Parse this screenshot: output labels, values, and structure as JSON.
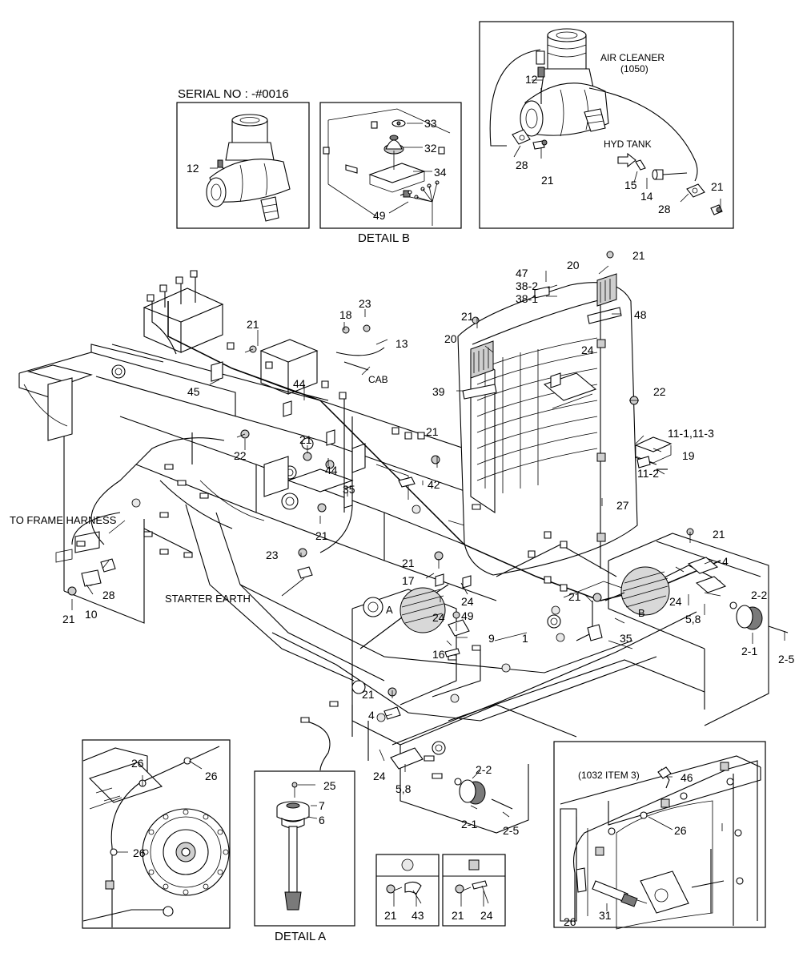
{
  "callouts": [
    {
      "id": "c-serial",
      "text": "SERIAL NO : -#0016"
    },
    {
      "id": "c-detailb",
      "text": "DETAIL B"
    },
    {
      "id": "c-detaila",
      "text": "DETAIL A"
    },
    {
      "id": "c-aircleaner1",
      "text": "AIR CLEANER"
    },
    {
      "id": "c-aircleaner2",
      "text": "(1050)"
    },
    {
      "id": "c-hydtank",
      "text": "HYD TANK"
    },
    {
      "id": "c-cab",
      "text": "CAB"
    },
    {
      "id": "c-toframe",
      "text": "TO FRAME HARNESS"
    },
    {
      "id": "c-starter",
      "text": "STARTER EARTH"
    },
    {
      "id": "c-1032",
      "text": "(1032 ITEM 3)"
    },
    {
      "id": "c-A",
      "text": "A"
    },
    {
      "id": "c-B",
      "text": "B"
    },
    {
      "id": "n12a",
      "text": "12"
    },
    {
      "id": "n33",
      "text": "33"
    },
    {
      "id": "n32",
      "text": "32"
    },
    {
      "id": "n34",
      "text": "34"
    },
    {
      "id": "n49a",
      "text": "49"
    },
    {
      "id": "n12b",
      "text": "12"
    },
    {
      "id": "n28a",
      "text": "28"
    },
    {
      "id": "n21a",
      "text": "21"
    },
    {
      "id": "n15",
      "text": "15"
    },
    {
      "id": "n14",
      "text": "14"
    },
    {
      "id": "n28b",
      "text": "28"
    },
    {
      "id": "n21b",
      "text": "21"
    },
    {
      "id": "n47",
      "text": "47"
    },
    {
      "id": "n38-2",
      "text": "38-2"
    },
    {
      "id": "n38-1",
      "text": "38-1"
    },
    {
      "id": "n20a",
      "text": "20"
    },
    {
      "id": "n21c",
      "text": "21"
    },
    {
      "id": "n48",
      "text": "48"
    },
    {
      "id": "n21d",
      "text": "21"
    },
    {
      "id": "n20b",
      "text": "20"
    },
    {
      "id": "n24a",
      "text": "24"
    },
    {
      "id": "n39",
      "text": "39"
    },
    {
      "id": "n22a",
      "text": "22"
    },
    {
      "id": "n11-1",
      "text": "11-1,11-3"
    },
    {
      "id": "n11-2",
      "text": "11-2"
    },
    {
      "id": "n19",
      "text": "19"
    },
    {
      "id": "n27",
      "text": "27"
    },
    {
      "id": "n18",
      "text": "18"
    },
    {
      "id": "n23a",
      "text": "23"
    },
    {
      "id": "n13",
      "text": "13"
    },
    {
      "id": "n21e",
      "text": "21"
    },
    {
      "id": "n45",
      "text": "45"
    },
    {
      "id": "n44a",
      "text": "44"
    },
    {
      "id": "n22b",
      "text": "22"
    },
    {
      "id": "n21f",
      "text": "21"
    },
    {
      "id": "n44b",
      "text": "44"
    },
    {
      "id": "n35a",
      "text": "35"
    },
    {
      "id": "n21g",
      "text": "21"
    },
    {
      "id": "n42",
      "text": "42"
    },
    {
      "id": "n21h",
      "text": "21"
    },
    {
      "id": "n23b",
      "text": "23"
    },
    {
      "id": "n28c",
      "text": "28"
    },
    {
      "id": "n21i",
      "text": "21"
    },
    {
      "id": "n10",
      "text": "10"
    },
    {
      "id": "n21j",
      "text": "21"
    },
    {
      "id": "n17",
      "text": "17"
    },
    {
      "id": "n24b",
      "text": "24"
    },
    {
      "id": "n24c",
      "text": "24"
    },
    {
      "id": "n49b",
      "text": "49"
    },
    {
      "id": "n9",
      "text": "9"
    },
    {
      "id": "n16",
      "text": "16"
    },
    {
      "id": "n1",
      "text": "1"
    },
    {
      "id": "n21k",
      "text": "21"
    },
    {
      "id": "n35b",
      "text": "35"
    },
    {
      "id": "n21l",
      "text": "21"
    },
    {
      "id": "n4a",
      "text": "4"
    },
    {
      "id": "n24d",
      "text": "24"
    },
    {
      "id": "n2-2a",
      "text": "2-2"
    },
    {
      "id": "n58a",
      "text": "5,8"
    },
    {
      "id": "n2-1a",
      "text": "2-1"
    },
    {
      "id": "n2-5a",
      "text": "2-5"
    },
    {
      "id": "n21m",
      "text": "21"
    },
    {
      "id": "n4b",
      "text": "4"
    },
    {
      "id": "n24e",
      "text": "24"
    },
    {
      "id": "n58b",
      "text": "5,8"
    },
    {
      "id": "n2-2b",
      "text": "2-2"
    },
    {
      "id": "n2-1b",
      "text": "2-1"
    },
    {
      "id": "n2-5b",
      "text": "2-5"
    },
    {
      "id": "n26a",
      "text": "26"
    },
    {
      "id": "n26b",
      "text": "26"
    },
    {
      "id": "n26c",
      "text": "26"
    },
    {
      "id": "n25",
      "text": "25"
    },
    {
      "id": "n7",
      "text": "7"
    },
    {
      "id": "n6",
      "text": "6"
    },
    {
      "id": "n21n",
      "text": "21"
    },
    {
      "id": "n43",
      "text": "43"
    },
    {
      "id": "n21o",
      "text": "21"
    },
    {
      "id": "n24f",
      "text": "24"
    },
    {
      "id": "n46",
      "text": "46"
    },
    {
      "id": "n26d",
      "text": "26"
    },
    {
      "id": "n26e",
      "text": "26"
    },
    {
      "id": "n31",
      "text": "31"
    }
  ]
}
